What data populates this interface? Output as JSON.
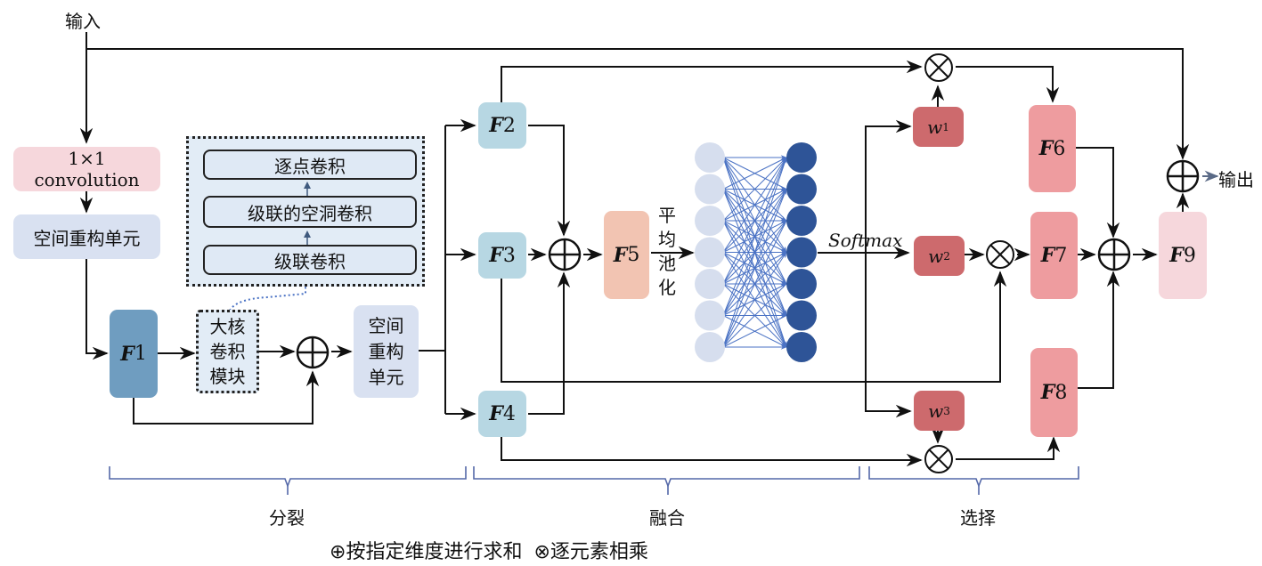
{
  "io": {
    "input_label": "输入",
    "output_label": "输出"
  },
  "split": {
    "conv_label": "1×1 convolution",
    "sru_top_label": "空间重构单元",
    "f1": {
      "letter": "F",
      "index": "1"
    },
    "lkm": {
      "lines": [
        "大核",
        "卷积",
        "模块"
      ]
    },
    "lkm_detail": {
      "items": [
        "逐点卷积",
        "级联的空洞卷积",
        "级联卷积"
      ]
    },
    "sru_mid": {
      "lines": [
        "空间",
        "重构",
        "单元"
      ]
    },
    "section_label": "分裂"
  },
  "fuse": {
    "f2": {
      "letter": "F",
      "index": "2"
    },
    "f3": {
      "letter": "F",
      "index": "3"
    },
    "f4": {
      "letter": "F",
      "index": "4"
    },
    "f5": {
      "letter": "F",
      "index": "5"
    },
    "pool_label": [
      "平",
      "均",
      "池",
      "化"
    ],
    "network": {
      "input_nodes": 7,
      "output_nodes": 7
    },
    "softmax_label": "Softmax",
    "section_label": "融合"
  },
  "select": {
    "w1": {
      "letter": "w",
      "index": "1"
    },
    "w2": {
      "letter": "w",
      "index": "2"
    },
    "w3": {
      "letter": "w",
      "index": "3"
    },
    "f6": {
      "letter": "F",
      "index": "6"
    },
    "f7": {
      "letter": "F",
      "index": "7"
    },
    "f8": {
      "letter": "F",
      "index": "8"
    },
    "f9": {
      "letter": "F",
      "index": "9"
    },
    "section_label": "选择"
  },
  "legend": {
    "sum_symbol": "⊕",
    "sum_label": "按指定维度进行求和",
    "mul_symbol": "⊗",
    "mul_label": "逐元素相乘"
  },
  "colors": {
    "conv": "#f6d7dc",
    "sru": "#d9e1f1",
    "f1": "#6f9dc0",
    "f234": "#b7d7e3",
    "f5": "#f2c4b2",
    "w": "#cd6a6d",
    "f678": "#ee9c9f",
    "f9": "#f6d7dc",
    "brace": "#5468a8",
    "nn_in": "#d6deee",
    "nn_out": "#2e5497",
    "nn_edge": "#4a72c4"
  }
}
